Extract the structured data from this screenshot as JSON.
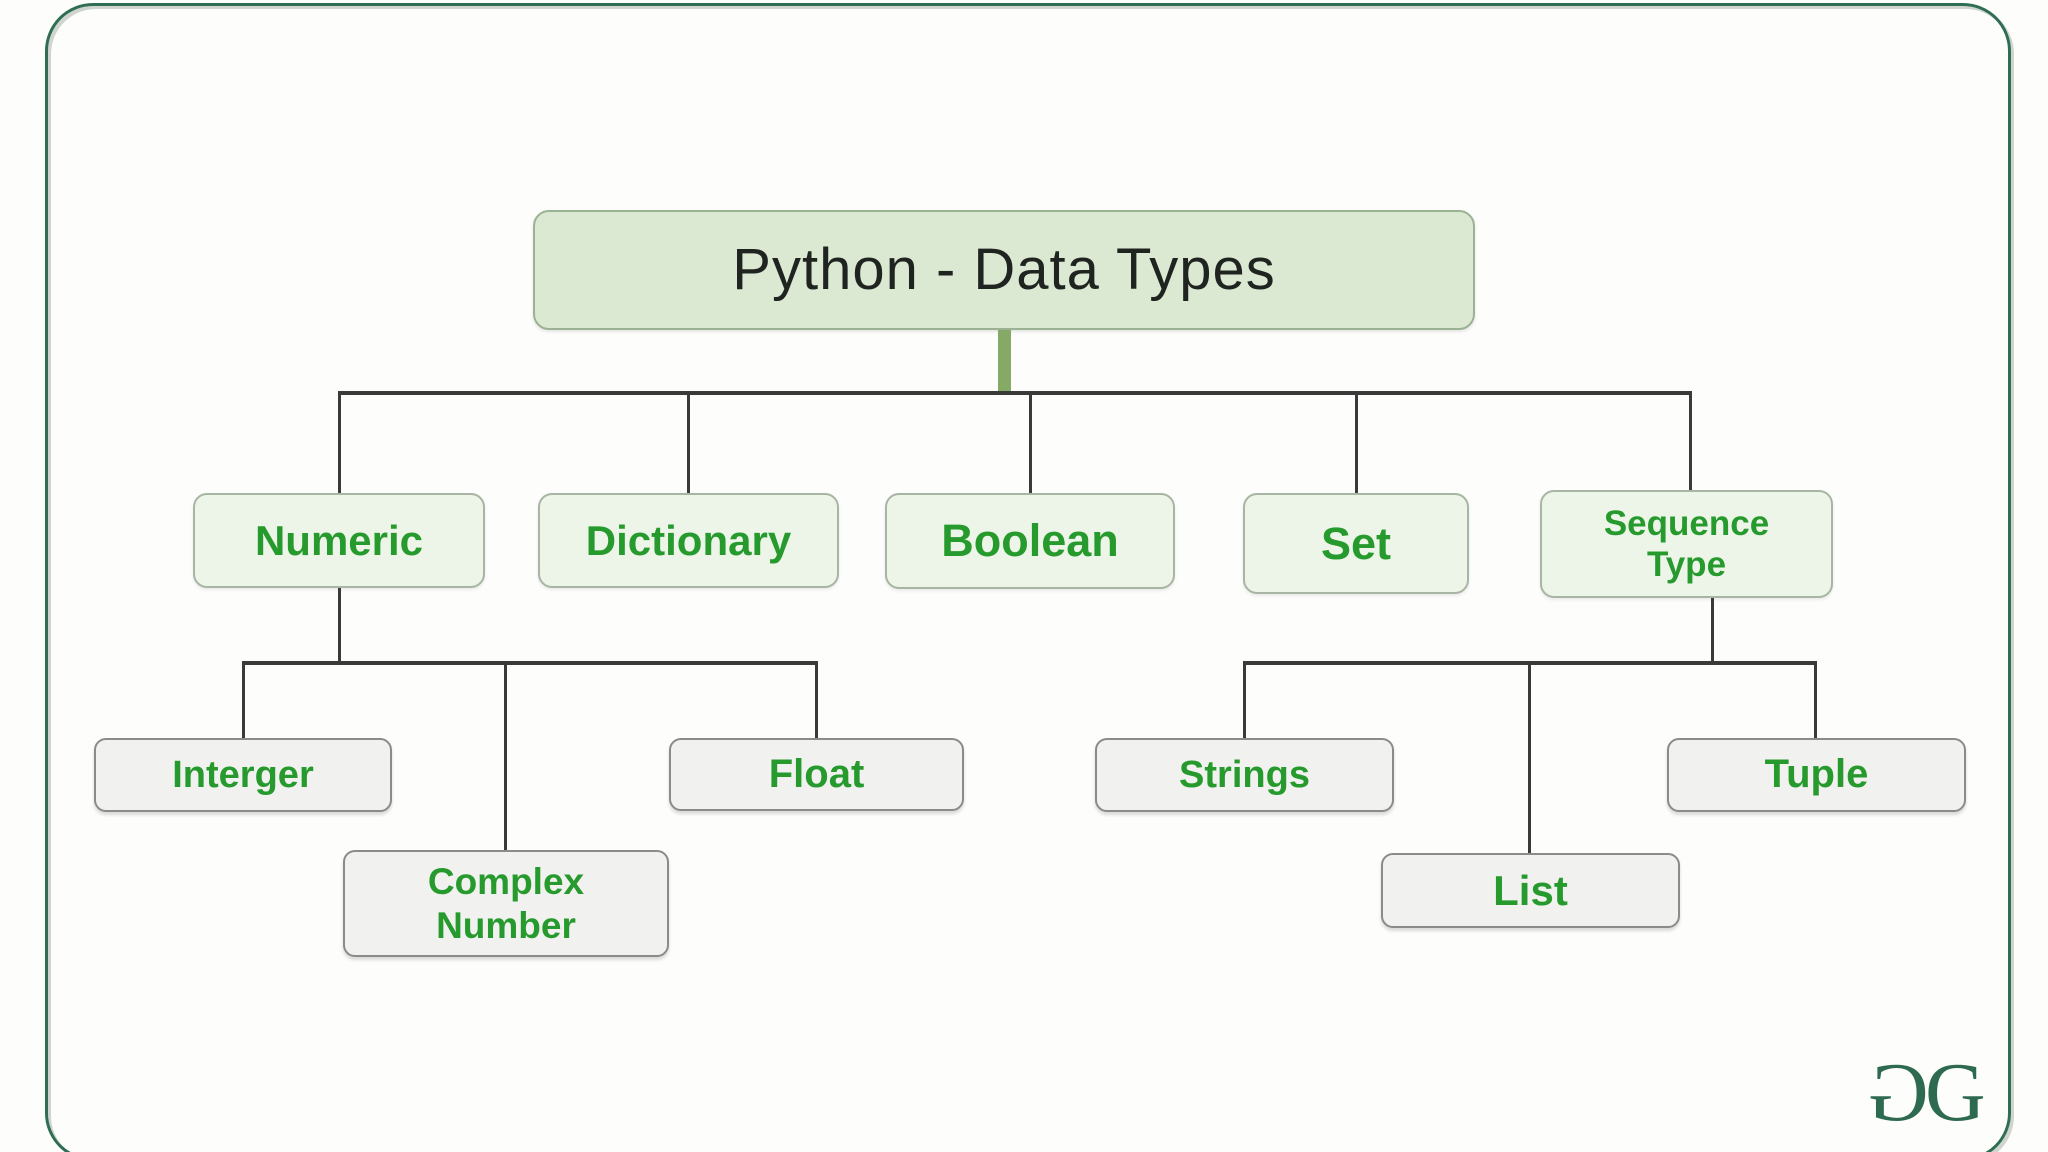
{
  "diagram_title": "Python - Data Types",
  "nodes": {
    "title": {
      "label": "Python - Data Types"
    },
    "numeric": {
      "label": "Numeric"
    },
    "dictionary": {
      "label": "Dictionary"
    },
    "boolean": {
      "label": "Boolean"
    },
    "set": {
      "label": "Set"
    },
    "sequence": {
      "label": "Sequence\nType"
    },
    "interger": {
      "label": "Interger"
    },
    "complex": {
      "label": "Complex\nNumber"
    },
    "float": {
      "label": "Float"
    },
    "strings": {
      "label": "Strings"
    },
    "list": {
      "label": "List"
    },
    "tuple": {
      "label": "Tuple"
    }
  },
  "hierarchy": {
    "root": "Python - Data Types",
    "children": [
      "Numeric",
      "Dictionary",
      "Boolean",
      "Set",
      "Sequence Type"
    ],
    "numeric_children": [
      "Interger",
      "Complex Number",
      "Float"
    ],
    "sequence_children": [
      "Strings",
      "List",
      "Tuple"
    ]
  },
  "logo": {
    "first_glyph": "G",
    "second_glyph": "G"
  },
  "colors": {
    "text_green": "#279a2e",
    "title_text": "#1f2420",
    "frame_green": "#2f6e52",
    "frame_shadow": "#cfd4cf",
    "title_fill": "#dce9d2",
    "title_border": "#9cb294",
    "green_fill": "#edf5e9",
    "green_border": "#a9b5a4",
    "gray_fill": "#f1f1f0",
    "gray_border": "#8b8b8b",
    "connector": "#3a3a3a",
    "stem_green": "#84aa66",
    "logo_green": "#2d6a4f"
  }
}
